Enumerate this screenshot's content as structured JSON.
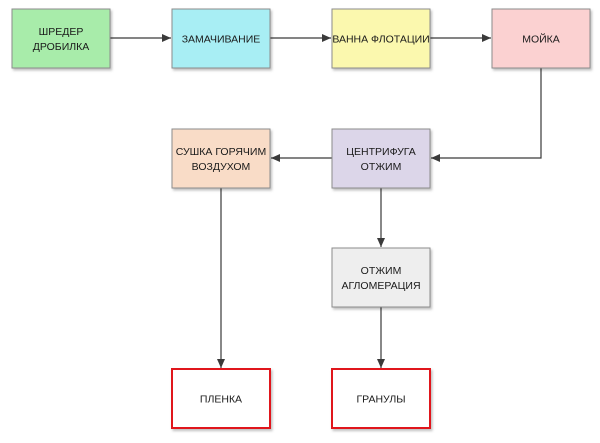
{
  "diagram": {
    "nodes": [
      {
        "id": "shredder",
        "lines": [
          "ШРЕДЕР",
          "ДРОБИЛКА"
        ],
        "fill": "#a8ecaa",
        "stroke": "#8c8c8c",
        "highlight": false
      },
      {
        "id": "soaking",
        "lines": [
          "ЗАМАЧИВАНИЕ"
        ],
        "fill": "#a8eef4",
        "stroke": "#8c8c8c",
        "highlight": false
      },
      {
        "id": "flotation",
        "lines": [
          "ВАННА ФЛОТАЦИИ"
        ],
        "fill": "#fbf8ae",
        "stroke": "#8c8c8c",
        "highlight": false
      },
      {
        "id": "washing",
        "lines": [
          "МОЙКА"
        ],
        "fill": "#fbd1d1",
        "stroke": "#8c8c8c",
        "highlight": false
      },
      {
        "id": "centrifuge",
        "lines": [
          "ЦЕНТРИФУГА",
          "ОТЖИМ"
        ],
        "fill": "#dcd6e9",
        "stroke": "#8c8c8c",
        "highlight": false
      },
      {
        "id": "drying",
        "lines": [
          "СУШКА ГОРЯЧИМ",
          "ВОЗДУХОМ"
        ],
        "fill": "#f9dcc7",
        "stroke": "#8c8c8c",
        "highlight": false
      },
      {
        "id": "agglomeration",
        "lines": [
          "ОТЖИМ",
          "АГЛОМЕРАЦИЯ"
        ],
        "fill": "#eeeeee",
        "stroke": "#8c8c8c",
        "highlight": false
      },
      {
        "id": "film",
        "lines": [
          "ПЛЕНКА"
        ],
        "fill": "#ffffff",
        "stroke": "#e0191b",
        "highlight": true
      },
      {
        "id": "granules",
        "lines": [
          "ГРАНУЛЫ"
        ],
        "fill": "#ffffff",
        "stroke": "#e0191b",
        "highlight": true
      }
    ],
    "edges": [
      {
        "from": "shredder",
        "to": "soaking"
      },
      {
        "from": "soaking",
        "to": "flotation"
      },
      {
        "from": "flotation",
        "to": "washing"
      },
      {
        "from": "washing",
        "to": "centrifuge"
      },
      {
        "from": "centrifuge",
        "to": "drying"
      },
      {
        "from": "centrifuge",
        "to": "agglomeration"
      },
      {
        "from": "drying",
        "to": "film"
      },
      {
        "from": "agglomeration",
        "to": "granules"
      }
    ],
    "colors": {
      "connector": "#3a3a3a"
    }
  }
}
